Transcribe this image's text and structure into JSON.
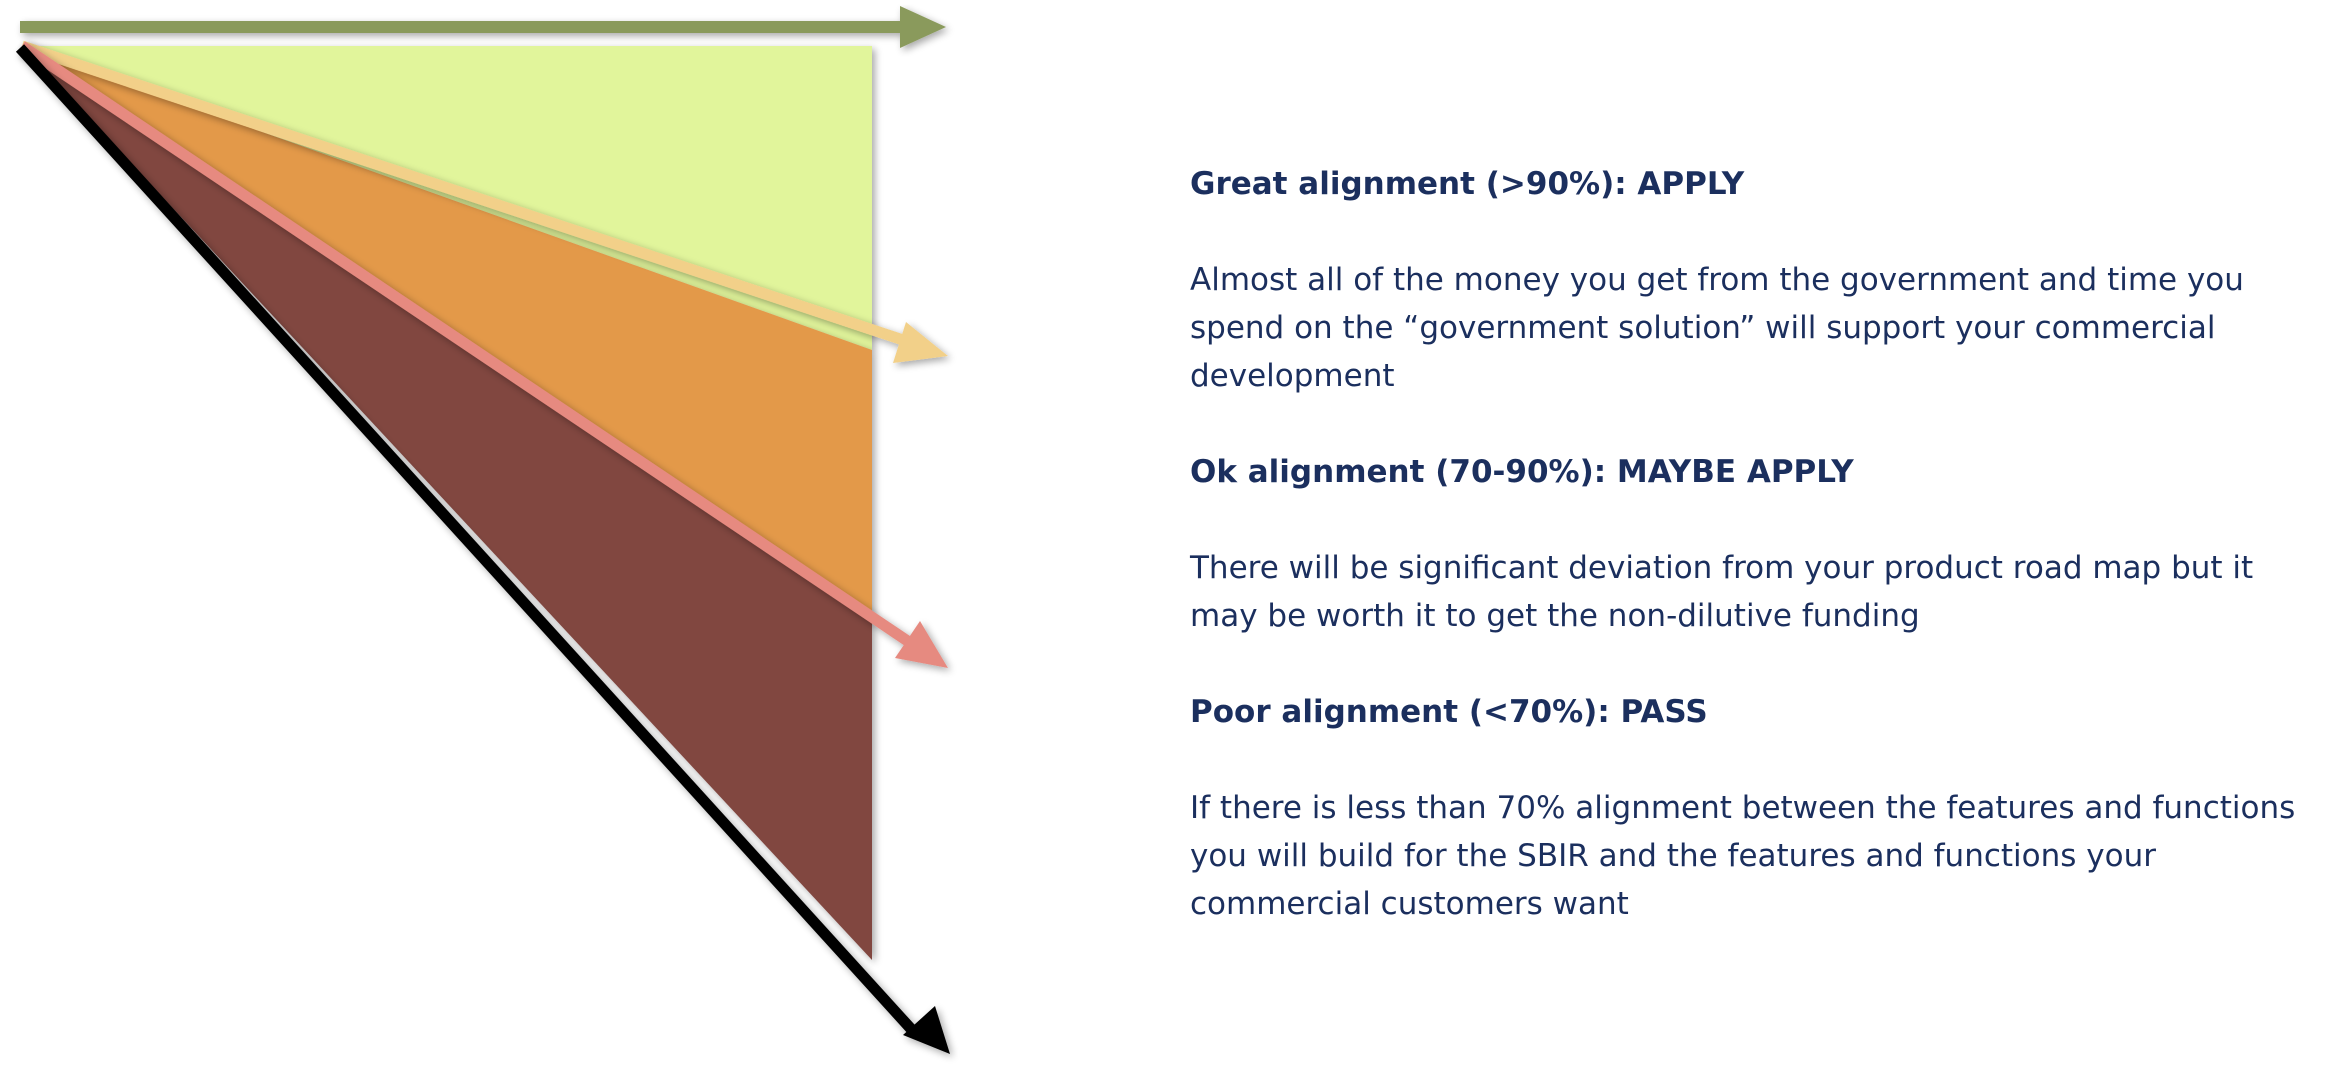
{
  "colors": {
    "text": "#1b2f5e",
    "great_zone": "#e1f59b",
    "ok_zone": "#e3994a",
    "poor_zone": "#814741",
    "top_arrow": "#8a9a5b",
    "great_arrow": "#f2d089",
    "ok_arrow": "#e68a80",
    "bottom_arrow": "#000000"
  },
  "legend": [
    {
      "heading": "Great alignment (>90%): APPLY",
      "description": "Almost all of the money you get from the government and time you spend on the “government solution” will support your commercial development"
    },
    {
      "heading": "Ok alignment (70-90%): MAYBE APPLY",
      "description": "There will be significant deviation from your product road map but it may be worth it to get the non-dilutive funding"
    },
    {
      "heading": "Poor alignment (<70%): PASS",
      "description": "If there is less than 70% alignment between the features and functions you will build for the SBIR and the features and functions your commercial customers want"
    }
  ]
}
